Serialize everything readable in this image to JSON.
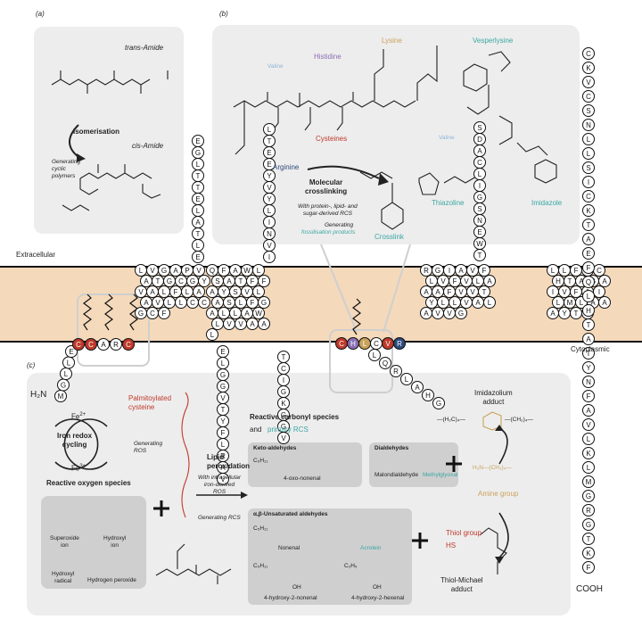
{
  "panels": {
    "a": {
      "label": "(a)",
      "trans_amide": "trans-Amide",
      "cis_amide": "cis-Amide",
      "isomerisation": "Isomerisation",
      "note": "Generating\ncyclic\npolymers"
    },
    "b": {
      "label": "(b)",
      "residues": {
        "valine1": "Valine",
        "histidine": "Histidine",
        "lysine": "Lysine",
        "vesperlysine": "Vesperlysine",
        "arginine": "Arginine",
        "cysteines": "Cysteines",
        "valine2": "Valine",
        "thiazoline": "Thiazoline",
        "imidazole": "Imidazole",
        "crosslink": "Crosslink"
      },
      "crosslinking": "Molecular\ncrosslinking",
      "crosslink_note": "With protein-, lipid- and\nsugar-derived RCS",
      "generating": "Generating",
      "fossil": "fossilisation products"
    },
    "c": {
      "label": "(c)",
      "palmitoylated": "Palmitoylated\ncysteine",
      "iron_redox": "Iron redox\ncycling",
      "fe2": "Fe",
      "fe2_sup": "2+",
      "fe3": "Fe",
      "fe3_sup": "3+",
      "generating_ros": "Generating\nROS",
      "ros_title": "Reactive oxygen species",
      "ros": {
        "superoxide": "Superoxide\nion",
        "hydroxyl_ion": "Hydroxyl\nion",
        "hydroxyl_radical": "Hydroxyl\nradical",
        "peroxide": "Hydrogen peroxide"
      },
      "lipid_perox": "Lipid\nperoxidation",
      "lipid_note": "With intracellular\niron-derived\nROS",
      "generating_rcs": "Generating RCS",
      "rcs_title": "Reactive carbonyl species",
      "rcs_and": "and",
      "rcs_primary": "primary RCS",
      "ketoaldehydes": "Keto-aldehydes",
      "oxononenal": "4-oxo-nonenal",
      "dialdehydes": "Dialdehydes",
      "malondialdehyde": "Malondialdehyde",
      "methylglyoxal": "Methylglyoxal",
      "unsat_title": "α,β-Unsaturated aldehydes",
      "nonenal": "Nonenal",
      "acrolein": "Acrolein",
      "hnonenal": "4-hydroxy-2-nonenal",
      "hhexenal": "4-hydroxy-2-hexenal",
      "imidazolium": "Imidazolium\nadduct",
      "amine": "Amine group",
      "thiol": "Thiol group",
      "thiol_michael": "Thiol-Michael\nadduct",
      "c5h11": "C₅H₁₁",
      "c2h5": "C₂H₅",
      "oh": "OH",
      "hs": "HS",
      "h2n_chain": "H₂N—(CH₂)₄—",
      "imid_left": "—(H₂C)₄—",
      "imid_right": "—(CH₂)₄—"
    }
  },
  "membrane": {
    "extracellular": "Extracellular",
    "cytoplasmic": "Cytoplasmic",
    "n_term": "H₂N",
    "c_term": "COOH"
  },
  "colors": {
    "membrane": "#f4d9bb",
    "panel": "#ededed",
    "box": "#cfcfcf",
    "red": "#c0392b",
    "teal": "#3aa7a3",
    "purple": "#8a6fb3",
    "navy": "#2c4a7a",
    "tan": "#c9a25b"
  },
  "chain": {
    "nterm": [
      "M",
      "G",
      "L",
      "L",
      "E"
    ],
    "tm1_loop": [
      "C",
      "C",
      "A",
      "R",
      "C"
    ],
    "tm1": [
      "L",
      "V",
      "G",
      "A",
      "P",
      "V",
      "A",
      "T",
      "G",
      "C",
      "G",
      "Y",
      "V",
      "A",
      "L",
      "F",
      "L",
      "A",
      "A",
      "V",
      "L",
      "L",
      "C",
      "C",
      "G",
      "C",
      "F"
    ],
    "ec1": [
      "E",
      "L",
      "T",
      "A",
      "L",
      "E",
      "T",
      "T",
      "L",
      "G",
      "E"
    ],
    "tm2": [
      "Q",
      "F",
      "A",
      "W",
      "L",
      "S",
      "A",
      "T",
      "F",
      "F",
      "A",
      "Y",
      "S",
      "V",
      "L",
      "A",
      "S",
      "L",
      "F",
      "G",
      "A",
      "L",
      "L",
      "A",
      "W",
      "L",
      "V",
      "V",
      "A",
      "A",
      "L"
    ],
    "ec2": [
      "I",
      "V",
      "N",
      "I",
      "L",
      "Y",
      "V",
      "Y",
      "E",
      "E",
      "T",
      "L"
    ],
    "cyto2": [
      "E",
      "L",
      "G",
      "G",
      "V",
      "T",
      "Y",
      "F",
      "L",
      "R",
      "A",
      "V"
    ],
    "loopC": [
      "T",
      "C",
      "I",
      "G",
      "K",
      "G",
      "G",
      "V"
    ],
    "palm2": [
      "C",
      "H",
      "L",
      "C",
      "V",
      "R"
    ],
    "cyto3": [
      "L",
      "Q",
      "R",
      "L",
      "A",
      "H",
      "G"
    ],
    "tm3": [
      "R",
      "G",
      "I",
      "A",
      "V",
      "F",
      "L",
      "V",
      "F",
      "V",
      "L",
      "A",
      "A",
      "A",
      "F",
      "V",
      "V",
      "T",
      "Y",
      "L",
      "L",
      "V",
      "A",
      "L",
      "A",
      "V",
      "V",
      "G"
    ],
    "ec3": [
      "T",
      "W",
      "E",
      "N",
      "S",
      "G",
      "I",
      "L",
      "C",
      "A",
      "D",
      "S"
    ],
    "tm4": [
      "L",
      "L",
      "F",
      "A",
      "C",
      "H",
      "T",
      "A",
      "G",
      "A",
      "I",
      "V",
      "F",
      "A",
      "I",
      "L",
      "M",
      "L",
      "A",
      "A",
      "A",
      "Y",
      "T",
      "C"
    ],
    "ctail": [
      "C",
      "K",
      "V",
      "C",
      "S",
      "N",
      "L",
      "L",
      "S",
      "I",
      "C",
      "K",
      "T",
      "A",
      "E",
      "F",
      "Q",
      "L",
      "H",
      "T",
      "A",
      "T",
      "Y",
      "N",
      "F",
      "A",
      "V",
      "L",
      "K",
      "L",
      "M",
      "G",
      "R",
      "G",
      "T",
      "K",
      "F"
    ]
  }
}
